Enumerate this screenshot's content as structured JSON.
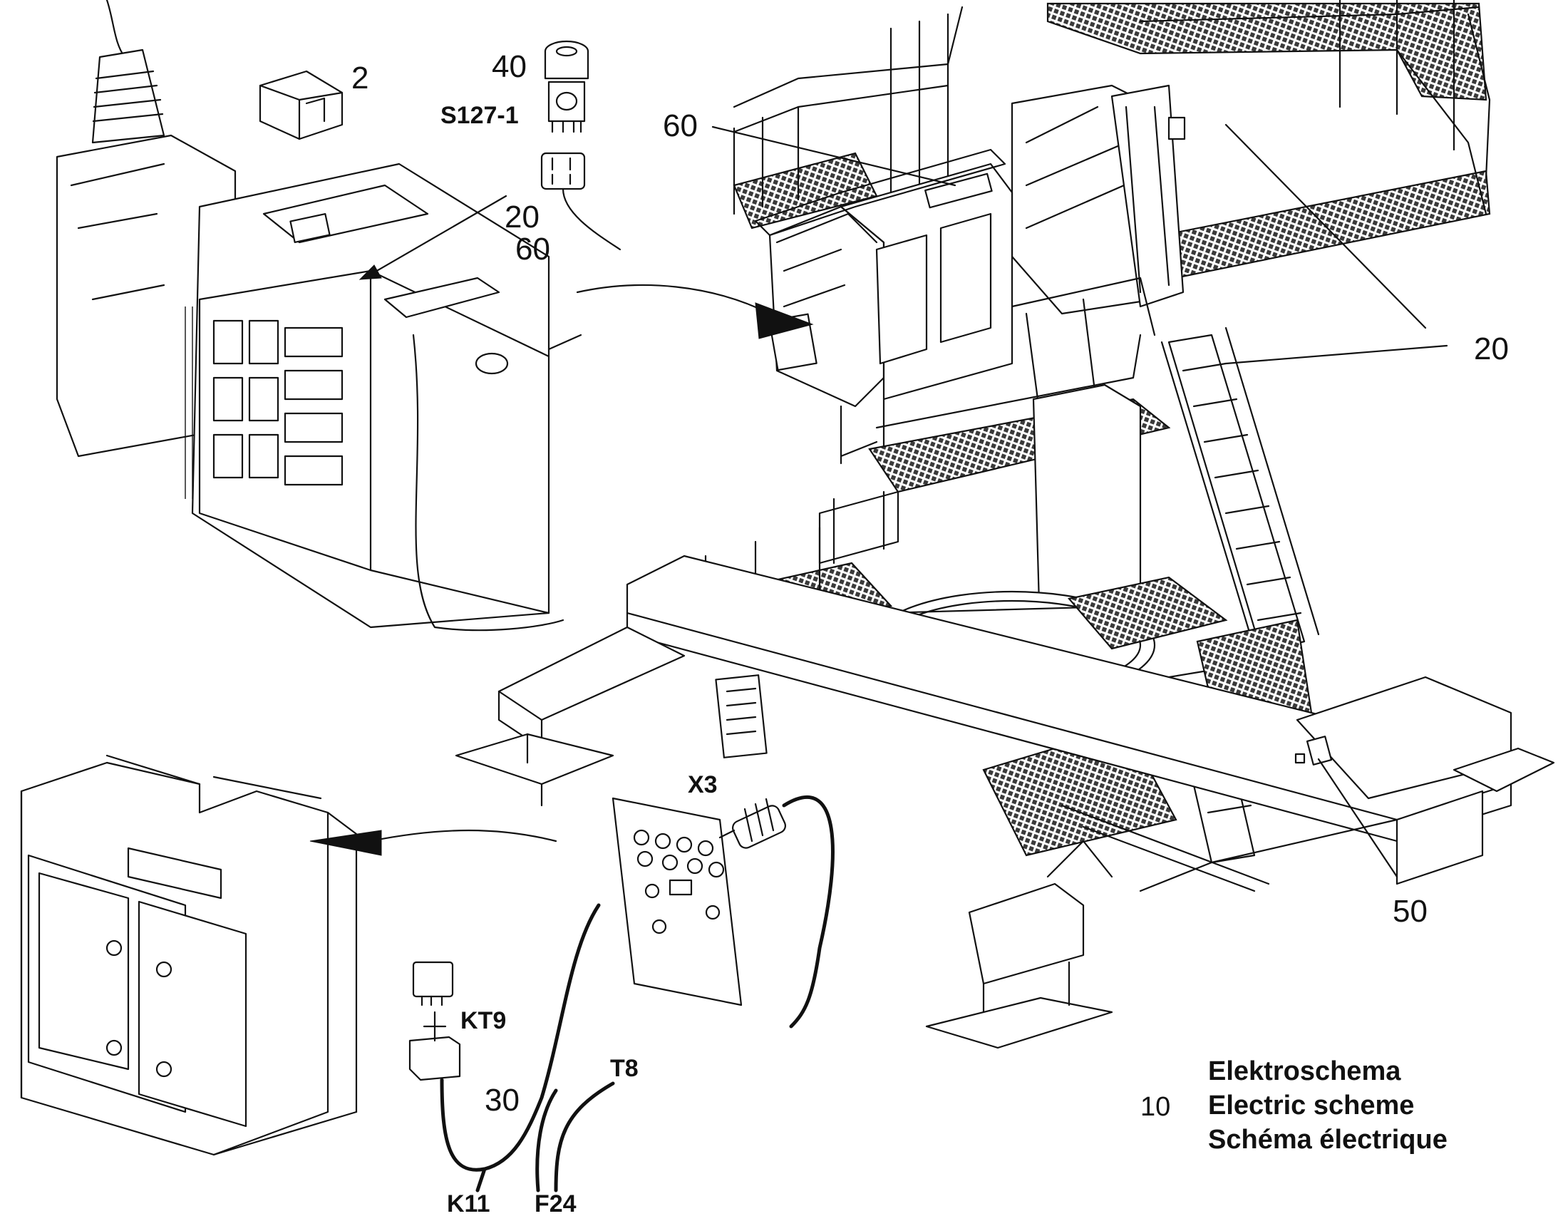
{
  "callouts": {
    "c2": "2",
    "c40": "40",
    "s127": "S127-1",
    "c60_top": "60",
    "c20_left": "20",
    "c60_left": "60",
    "c20_right": "20",
    "c50": "50",
    "x3": "X3",
    "kt9": "KT9",
    "c30": "30",
    "t8": "T8",
    "k11": "K11",
    "f24": "F24"
  },
  "legend": {
    "number": "10",
    "line1": "Elektroschema",
    "line2": "Electric scheme",
    "line3": "Schéma électrique"
  }
}
